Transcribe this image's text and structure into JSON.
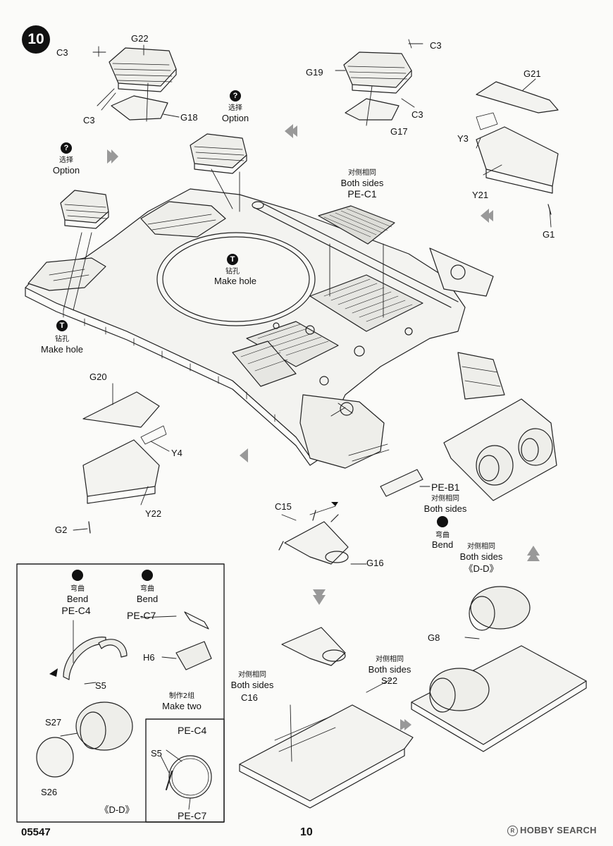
{
  "page": {
    "step_number": "10",
    "page_number": "10",
    "kit_number": "05547",
    "watermark": "HOBBY SEARCH",
    "watermark_mark": "R"
  },
  "symbols": {
    "option_zh": "选择",
    "option_en": "Option",
    "option_glyph": "?",
    "hole_zh": "钻孔",
    "hole_en": "Make hole",
    "hole_glyph": "T",
    "bend_zh": "弯曲",
    "bend_en": "Bend",
    "both_sides_zh": "对侧相同",
    "both_sides_en": "Both sides",
    "make_two_zh": "制作2组",
    "make_two_en": "Make two",
    "view_dd": "《D-D》",
    "view_dd_short": "《D-D"
  },
  "parts": {
    "g22": "G22",
    "c3": "C3",
    "g18": "G18",
    "g19": "G19",
    "g17": "G17",
    "g21": "G21",
    "y3": "Y3",
    "y21": "Y21",
    "g1": "G1",
    "pe_c1": "PE-C1",
    "g20": "G20",
    "y4": "Y4",
    "y22": "Y22",
    "g2": "G2",
    "pe_b1": "PE-B1",
    "c15": "C15",
    "g16": "G16",
    "g8": "G8",
    "c16": "C16",
    "s22": "S22",
    "pe_c4": "PE-C4",
    "pe_c7": "PE-C7",
    "h6": "H6",
    "s5": "S5",
    "s27": "S27",
    "s26": "S26"
  },
  "colors": {
    "ink": "#111111",
    "paper": "#fbfbf9",
    "watermark": "#555555"
  }
}
